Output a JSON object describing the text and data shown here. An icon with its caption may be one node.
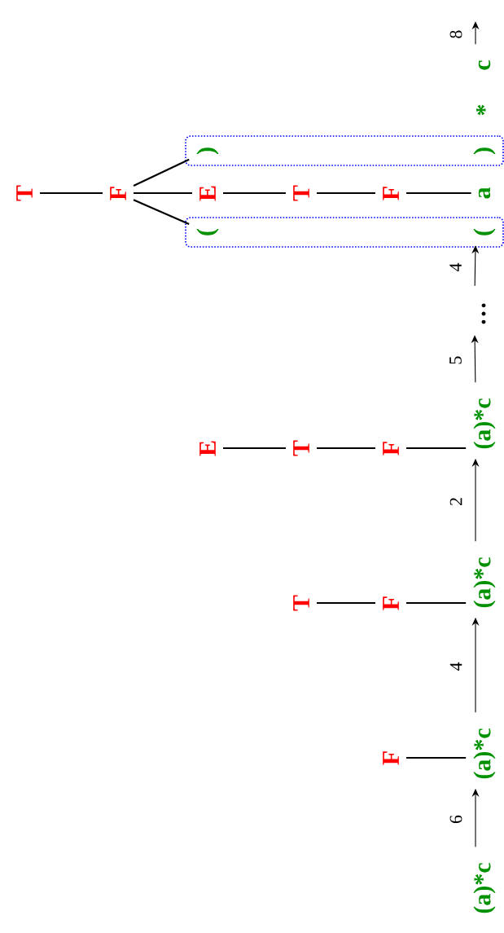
{
  "diagram": {
    "nodes": [
      {
        "text": [
          "(a)*c"
        ]
      },
      {
        "text": [
          "F"
        ]
      },
      {
        "text": [
          "(a)*c"
        ]
      },
      {
        "text": [
          "T"
        ]
      },
      {
        "text": [
          "F"
        ]
      },
      {
        "text": [
          "(a)*c"
        ]
      },
      {
        "text": [
          "E"
        ]
      },
      {
        "text": [
          "T"
        ]
      },
      {
        "text": [
          "F"
        ]
      },
      {
        "text": [
          "(a)*c"
        ]
      },
      {
        "text": [
          "…"
        ]
      },
      {
        "text": [
          "T"
        ]
      },
      {
        "text": [
          "F"
        ]
      },
      {
        "text": [],
        "shape": "box"
      },
      {
        "text": [],
        "shape": "box"
      },
      {
        "text": [
          ")"
        ],
        "in": 13
      },
      {
        "text": [
          "E"
        ]
      },
      {
        "text": [
          "("
        ],
        "in": 14
      },
      {
        "text": [
          "T"
        ]
      },
      {
        "text": [
          "F"
        ]
      },
      {
        "text": [
          ")"
        ],
        "in": 13
      },
      {
        "text": [
          "a"
        ]
      },
      {
        "text": [
          "("
        ],
        "in": 14
      },
      {
        "text": [
          "*"
        ]
      },
      {
        "text": [
          "c"
        ]
      }
    ],
    "edges": [
      {
        "from": 0,
        "to": 2,
        "arrow": "to",
        "label": "6"
      },
      {
        "from": 1,
        "to": 2,
        "arrow": "none"
      },
      {
        "from": 2,
        "to": 5,
        "arrow": "to",
        "label": "4"
      },
      {
        "from": 3,
        "to": 4,
        "arrow": "none"
      },
      {
        "from": 4,
        "to": 5,
        "arrow": "none"
      },
      {
        "from": 5,
        "to": 9,
        "arrow": "to",
        "label": "2"
      },
      {
        "from": 6,
        "to": 7,
        "arrow": "none"
      },
      {
        "from": 7,
        "to": 8,
        "arrow": "none"
      },
      {
        "from": 8,
        "to": 9,
        "arrow": "none"
      },
      {
        "from": 9,
        "to": 10,
        "arrow": "to",
        "label": "5"
      },
      {
        "from": 10,
        "to": 22,
        "arrow": "to",
        "label": "4"
      },
      {
        "from": 11,
        "to": 12,
        "arrow": "none"
      },
      {
        "from": 12,
        "to": 15,
        "arrow": "none"
      },
      {
        "from": 12,
        "to": 16,
        "arrow": "none"
      },
      {
        "from": 12,
        "to": 17,
        "arrow": "none"
      },
      {
        "from": 16,
        "to": 18,
        "arrow": "none"
      },
      {
        "from": 18,
        "to": 19,
        "arrow": "none"
      },
      {
        "from": 19,
        "to": 21,
        "arrow": "none"
      },
      {
        "from": 24,
        "to": null,
        "arrow": "to",
        "label": "8"
      }
    ]
  }
}
